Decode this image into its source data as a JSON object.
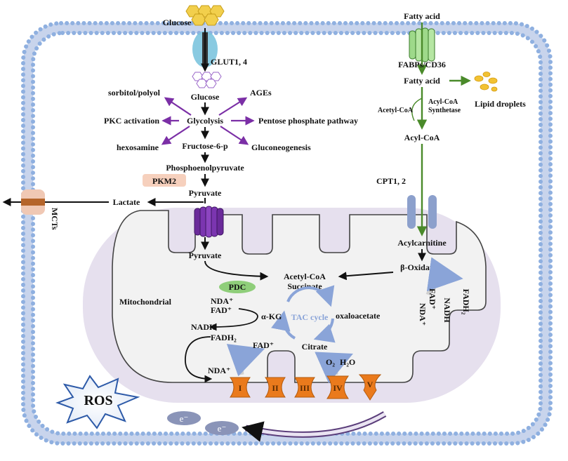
{
  "labels": {
    "glucose_top": "Glucose",
    "glut": "GLUT1, 4",
    "glucose_in": "Glucose",
    "sorbitol": "sorbitol/polyol",
    "ages": "AGEs",
    "glycolysis": "Glycolysis",
    "pkc": "PKC activation",
    "ppp": "Pentose phosphate pathway",
    "hexosamine": "hexosamine",
    "f6p": "Fructose-6-p",
    "gluconeo": "Gluconeogenesis",
    "pep": "Phosphoenolpyruvate",
    "pkm2": "PKM2",
    "pyruvate_cyto": "Pyruvate",
    "lactate": "Lactate",
    "mcts": "MCTs",
    "fatty_acid_top": "Fatty acid",
    "fabps": "FABPs/CD36",
    "fatty_acid_in": "Fatty acid",
    "lipid_droplets": "Lipid droplets",
    "acetylcoa_small": "Acetyl-CoA",
    "acylcoa_synth_1": "Acyl-CoA",
    "acylcoa_synth_2": "Synthetase",
    "acylcoa": "Acyl-CoA",
    "cpt": "CPT1, 2",
    "acylcarnitine": "Acylcarnitine",
    "beta_ox": "β-Oxidation",
    "pyruvate_mito": "Pyruvate",
    "acetylcoa_mito": "Acetyl-CoA",
    "succinate": "Succinate",
    "pdc": "PDC",
    "mitochondrial": "Mitochondrial",
    "nda_plus_1": "NDA⁺",
    "fad_plus_1": "FAD⁺",
    "akg": "α-KG",
    "nadh_1": "NADH",
    "fadh2_1": "FADH₂",
    "tac": "TAC cycle",
    "oxaloacetate": "oxaloacetate",
    "citrate": "Citrate",
    "fad_plus_2": "FAD⁺",
    "nda_plus_2": "NDA⁺",
    "o2": "O₂",
    "h2o": "H₂O",
    "nda_plus_right": "NDA⁺",
    "fad_plus_right": "FAD⁺",
    "nadh_right": "NADH",
    "fadh2_right": "FADH₂",
    "complex_1": "I",
    "complex_2": "II",
    "complex_3": "III",
    "complex_4": "IV",
    "complex_5": "V",
    "ros": "ROS",
    "electron_1": "e⁻",
    "electron_2": "e⁻"
  },
  "colors": {
    "membrane_head": "#8fb0e0",
    "mito_bg": "#e6e0ee",
    "inner_membrane_fill": "#f2f2f2",
    "purple_arrow": "#7b2fa6",
    "green_arrow": "#4a8a2a",
    "complex_orange": "#ea7a1c",
    "pdc_green": "#8fce7a",
    "pkm2_pink": "#f6d0bd",
    "ros_blue": "#2d5aa8",
    "electron_gray": "#8a94b8",
    "glucose_hex": "#f2cf4c",
    "lipid_yellow": "#f2c233",
    "cpt_blue": "#8ca0cc"
  }
}
